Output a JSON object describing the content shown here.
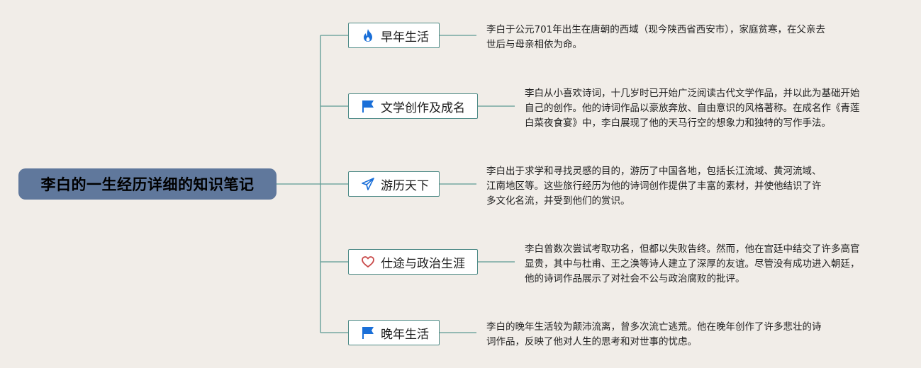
{
  "colors": {
    "background": "#f1ede8",
    "root_fill": "#60789c",
    "topic_border": "#4d8a86",
    "connector": "#5d9a93",
    "flame": "#1a6fd8",
    "flag": "#1a6fd8",
    "send": "#1a6fd8",
    "heart": "#c94a4a"
  },
  "root": {
    "title": "李白的一生经历详细的知识笔记"
  },
  "topics": [
    {
      "label": "早年生活",
      "icon": "flame-icon",
      "desc_lines": [
        "李白于公元701年出生在唐朝的西域（现今陕西省西安市），家庭贫寒，在父亲去",
        "世后与母亲相依为命。"
      ]
    },
    {
      "label": "文学创作及成名",
      "icon": "flag-icon",
      "desc_lines": [
        "李白从小喜欢诗词，十几岁时已开始广泛阅读古代文学作品，并以此为基础开始",
        "自己的创作。他的诗词作品以豪放奔放、自由意识的风格著称。在成名作《青莲",
        "白菜夜食宴》中，李白展现了他的天马行空的想象力和独特的写作手法。"
      ]
    },
    {
      "label": "游历天下",
      "icon": "send-icon",
      "desc_lines": [
        "李白出于求学和寻找灵感的目的，游历了中国各地，包括长江流域、黄河流域、",
        "江南地区等。这些旅行经历为他的诗词创作提供了丰富的素材，并使他结识了许",
        "多文化名流，并受到他们的赏识。"
      ]
    },
    {
      "label": "仕途与政治生涯",
      "icon": "heart-icon",
      "desc_lines": [
        "李白曾数次尝试考取功名，但都以失败告终。然而，他在宫廷中结交了许多高官",
        "显贵，其中与杜甫、王之涣等诗人建立了深厚的友谊。尽管没有成功进入朝廷，",
        "他的诗词作品展示了对社会不公与政治腐败的批评。"
      ]
    },
    {
      "label": "晚年生活",
      "icon": "flag-icon",
      "desc_lines": [
        "李白的晚年生活较为颠沛流离，曾多次流亡逃荒。他在晚年创作了许多悲壮的诗",
        "词作品，反映了他对人生的思考和对世事的忧虑。"
      ]
    }
  ]
}
